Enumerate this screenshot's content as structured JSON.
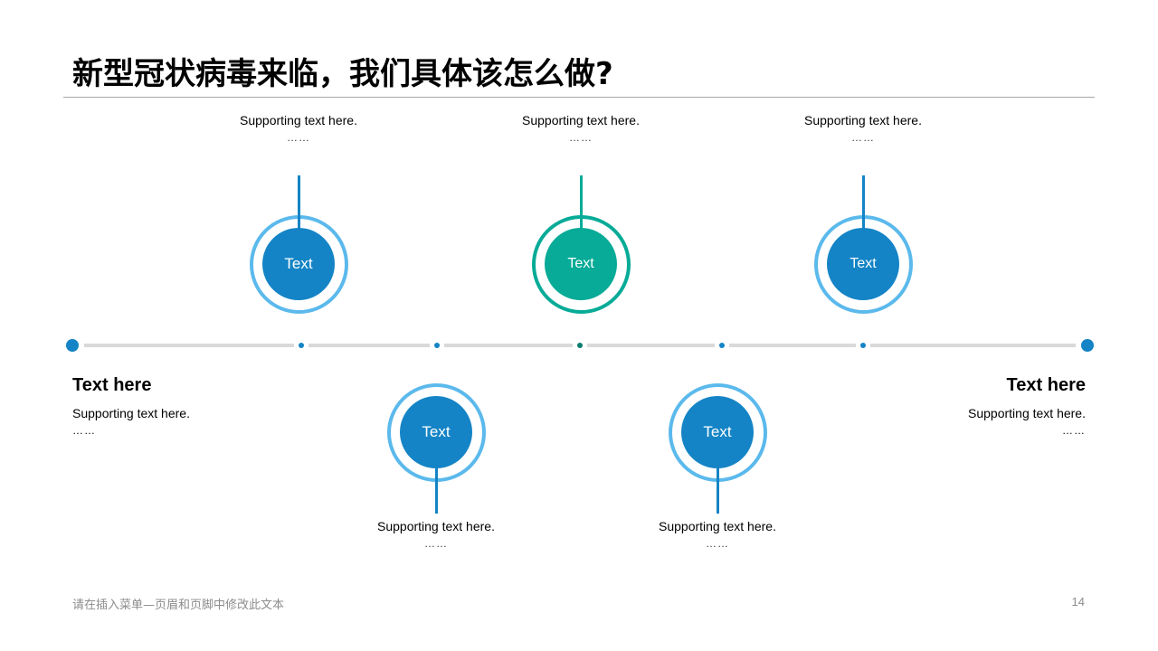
{
  "slide": {
    "title": "新型冠状病毒来临，我们具体该怎么做?",
    "page_number": "14",
    "footer_text": "请在插入菜单—页眉和页脚中修改此文本"
  },
  "colors": {
    "primary_blue": "#1484c6",
    "light_blue_ring": "#5bb9ec",
    "teal": "#07ab97",
    "track_gray": "#d9d9d9",
    "rule_gray": "#a6a6a6"
  },
  "timeline": {
    "left_end": {
      "title": "Text here",
      "support": "Supporting text here.",
      "ellipsis": "……"
    },
    "right_end": {
      "title": "Text here",
      "support": "Supporting text here.",
      "ellipsis": "……"
    },
    "nodes": [
      {
        "label": "Text",
        "position": "top",
        "support": "Supporting text here.",
        "ellipsis": "……",
        "color": "blue"
      },
      {
        "label": "Text",
        "position": "bottom",
        "support": "Supporting text here.",
        "ellipsis": "……",
        "color": "blue"
      },
      {
        "label": "Text",
        "position": "top",
        "support": "Supporting text here.",
        "ellipsis": "……",
        "color": "teal"
      },
      {
        "label": "Text",
        "position": "bottom",
        "support": "Supporting text here.",
        "ellipsis": "……",
        "color": "blue"
      },
      {
        "label": "Text",
        "position": "top",
        "support": "Supporting text here.",
        "ellipsis": "……",
        "color": "blue"
      }
    ]
  }
}
